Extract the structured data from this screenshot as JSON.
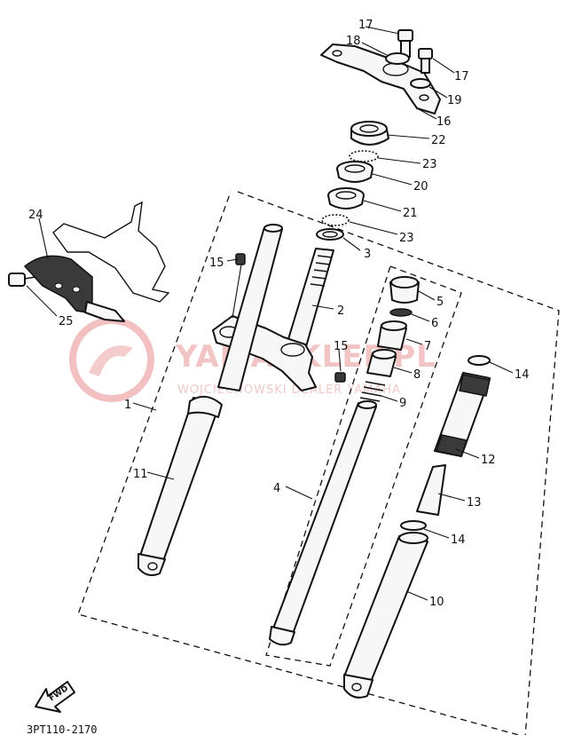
{
  "diagram": {
    "drawing_code": "3PT110-2170",
    "forward_mark": "FWD",
    "watermark": {
      "title": "YAMASKLEP.PL",
      "subtitle": "WOJCIECHOWSKI DEALER YAMAHA",
      "color": "#e05555"
    },
    "callouts": [
      {
        "id": "c17a",
        "label": "17"
      },
      {
        "id": "c18",
        "label": "18"
      },
      {
        "id": "c17b",
        "label": "17"
      },
      {
        "id": "c19",
        "label": "19"
      },
      {
        "id": "c16",
        "label": "16"
      },
      {
        "id": "c22",
        "label": "22"
      },
      {
        "id": "c23a",
        "label": "23"
      },
      {
        "id": "c20",
        "label": "20"
      },
      {
        "id": "c21",
        "label": "21"
      },
      {
        "id": "c23b",
        "label": "23"
      },
      {
        "id": "c3",
        "label": "3"
      },
      {
        "id": "c24",
        "label": "24"
      },
      {
        "id": "c25",
        "label": "25"
      },
      {
        "id": "c15a",
        "label": "15"
      },
      {
        "id": "c2",
        "label": "2"
      },
      {
        "id": "c5",
        "label": "5"
      },
      {
        "id": "c6",
        "label": "6"
      },
      {
        "id": "c7",
        "label": "7"
      },
      {
        "id": "c15b",
        "label": "15"
      },
      {
        "id": "c8",
        "label": "8"
      },
      {
        "id": "c14a",
        "label": "14"
      },
      {
        "id": "c1",
        "label": "1"
      },
      {
        "id": "c9",
        "label": "9"
      },
      {
        "id": "c11",
        "label": "11"
      },
      {
        "id": "c12",
        "label": "12"
      },
      {
        "id": "c4",
        "label": "4"
      },
      {
        "id": "c13",
        "label": "13"
      },
      {
        "id": "c14b",
        "label": "14"
      },
      {
        "id": "c10",
        "label": "10"
      }
    ]
  }
}
